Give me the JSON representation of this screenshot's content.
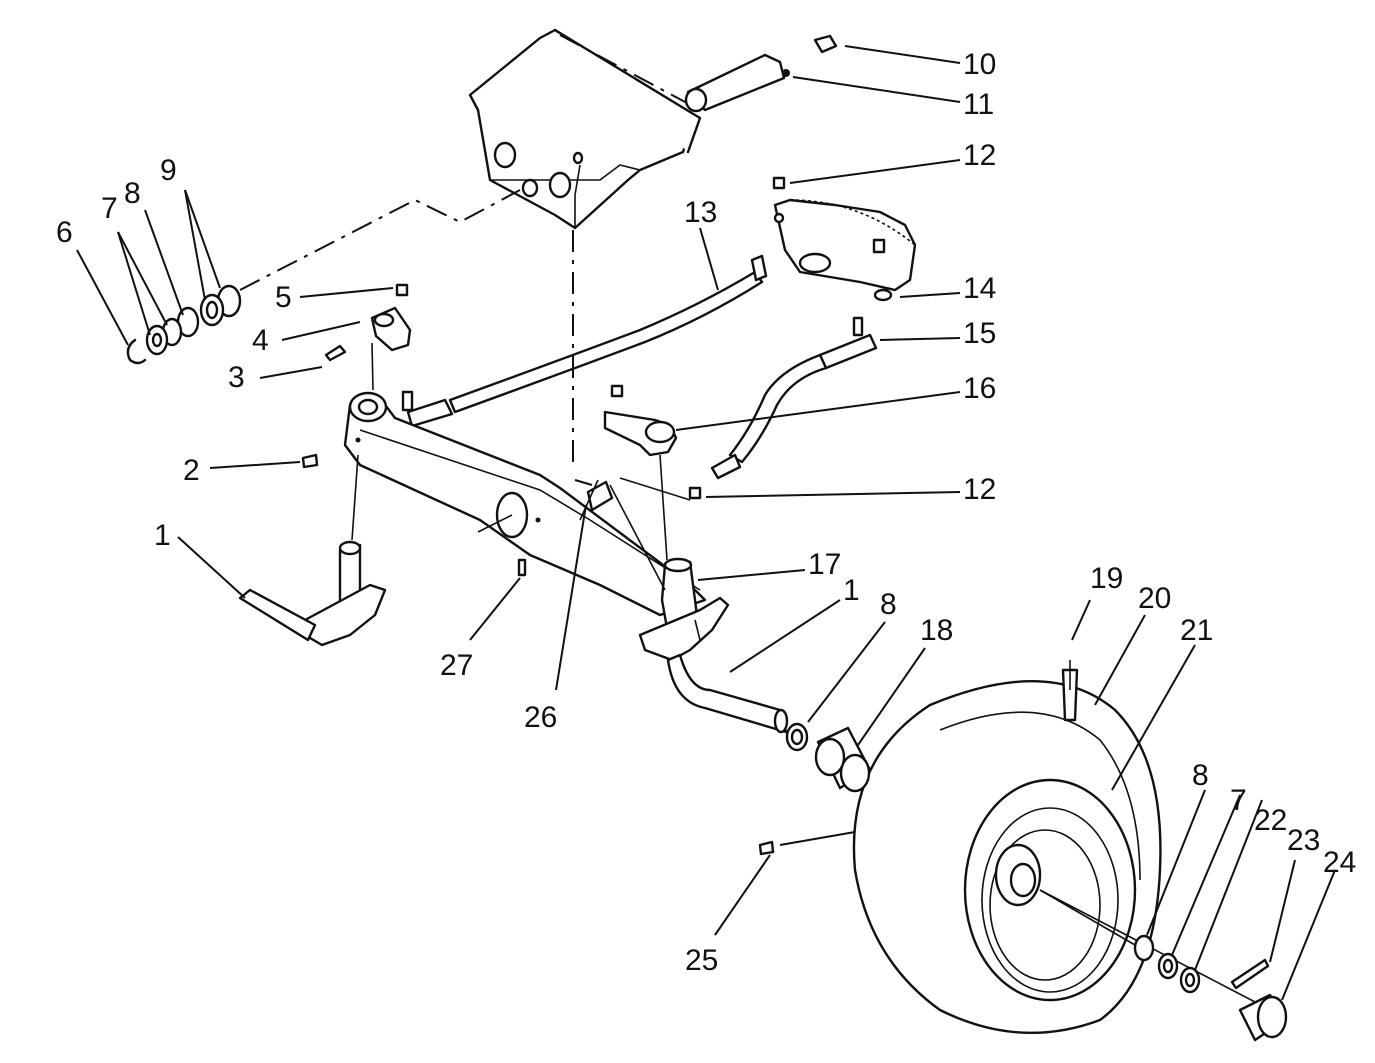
{
  "labels": {
    "l1a": "1",
    "l1b": "1",
    "l2": "2",
    "l3": "3",
    "l4": "4",
    "l5": "5",
    "l6": "6",
    "l7a": "7",
    "l7b": "7",
    "l8a": "8",
    "l8b": "8",
    "l8c": "8",
    "l9": "9",
    "l10": "10",
    "l11": "11",
    "l12a": "12",
    "l12b": "12",
    "l13": "13",
    "l14": "14",
    "l15": "15",
    "l16": "16",
    "l17": "17",
    "l18": "18",
    "l19": "19",
    "l20": "20",
    "l21": "21",
    "l22": "22",
    "l23": "23",
    "l24": "24",
    "l25": "25",
    "l26": "26",
    "l27": "27"
  }
}
